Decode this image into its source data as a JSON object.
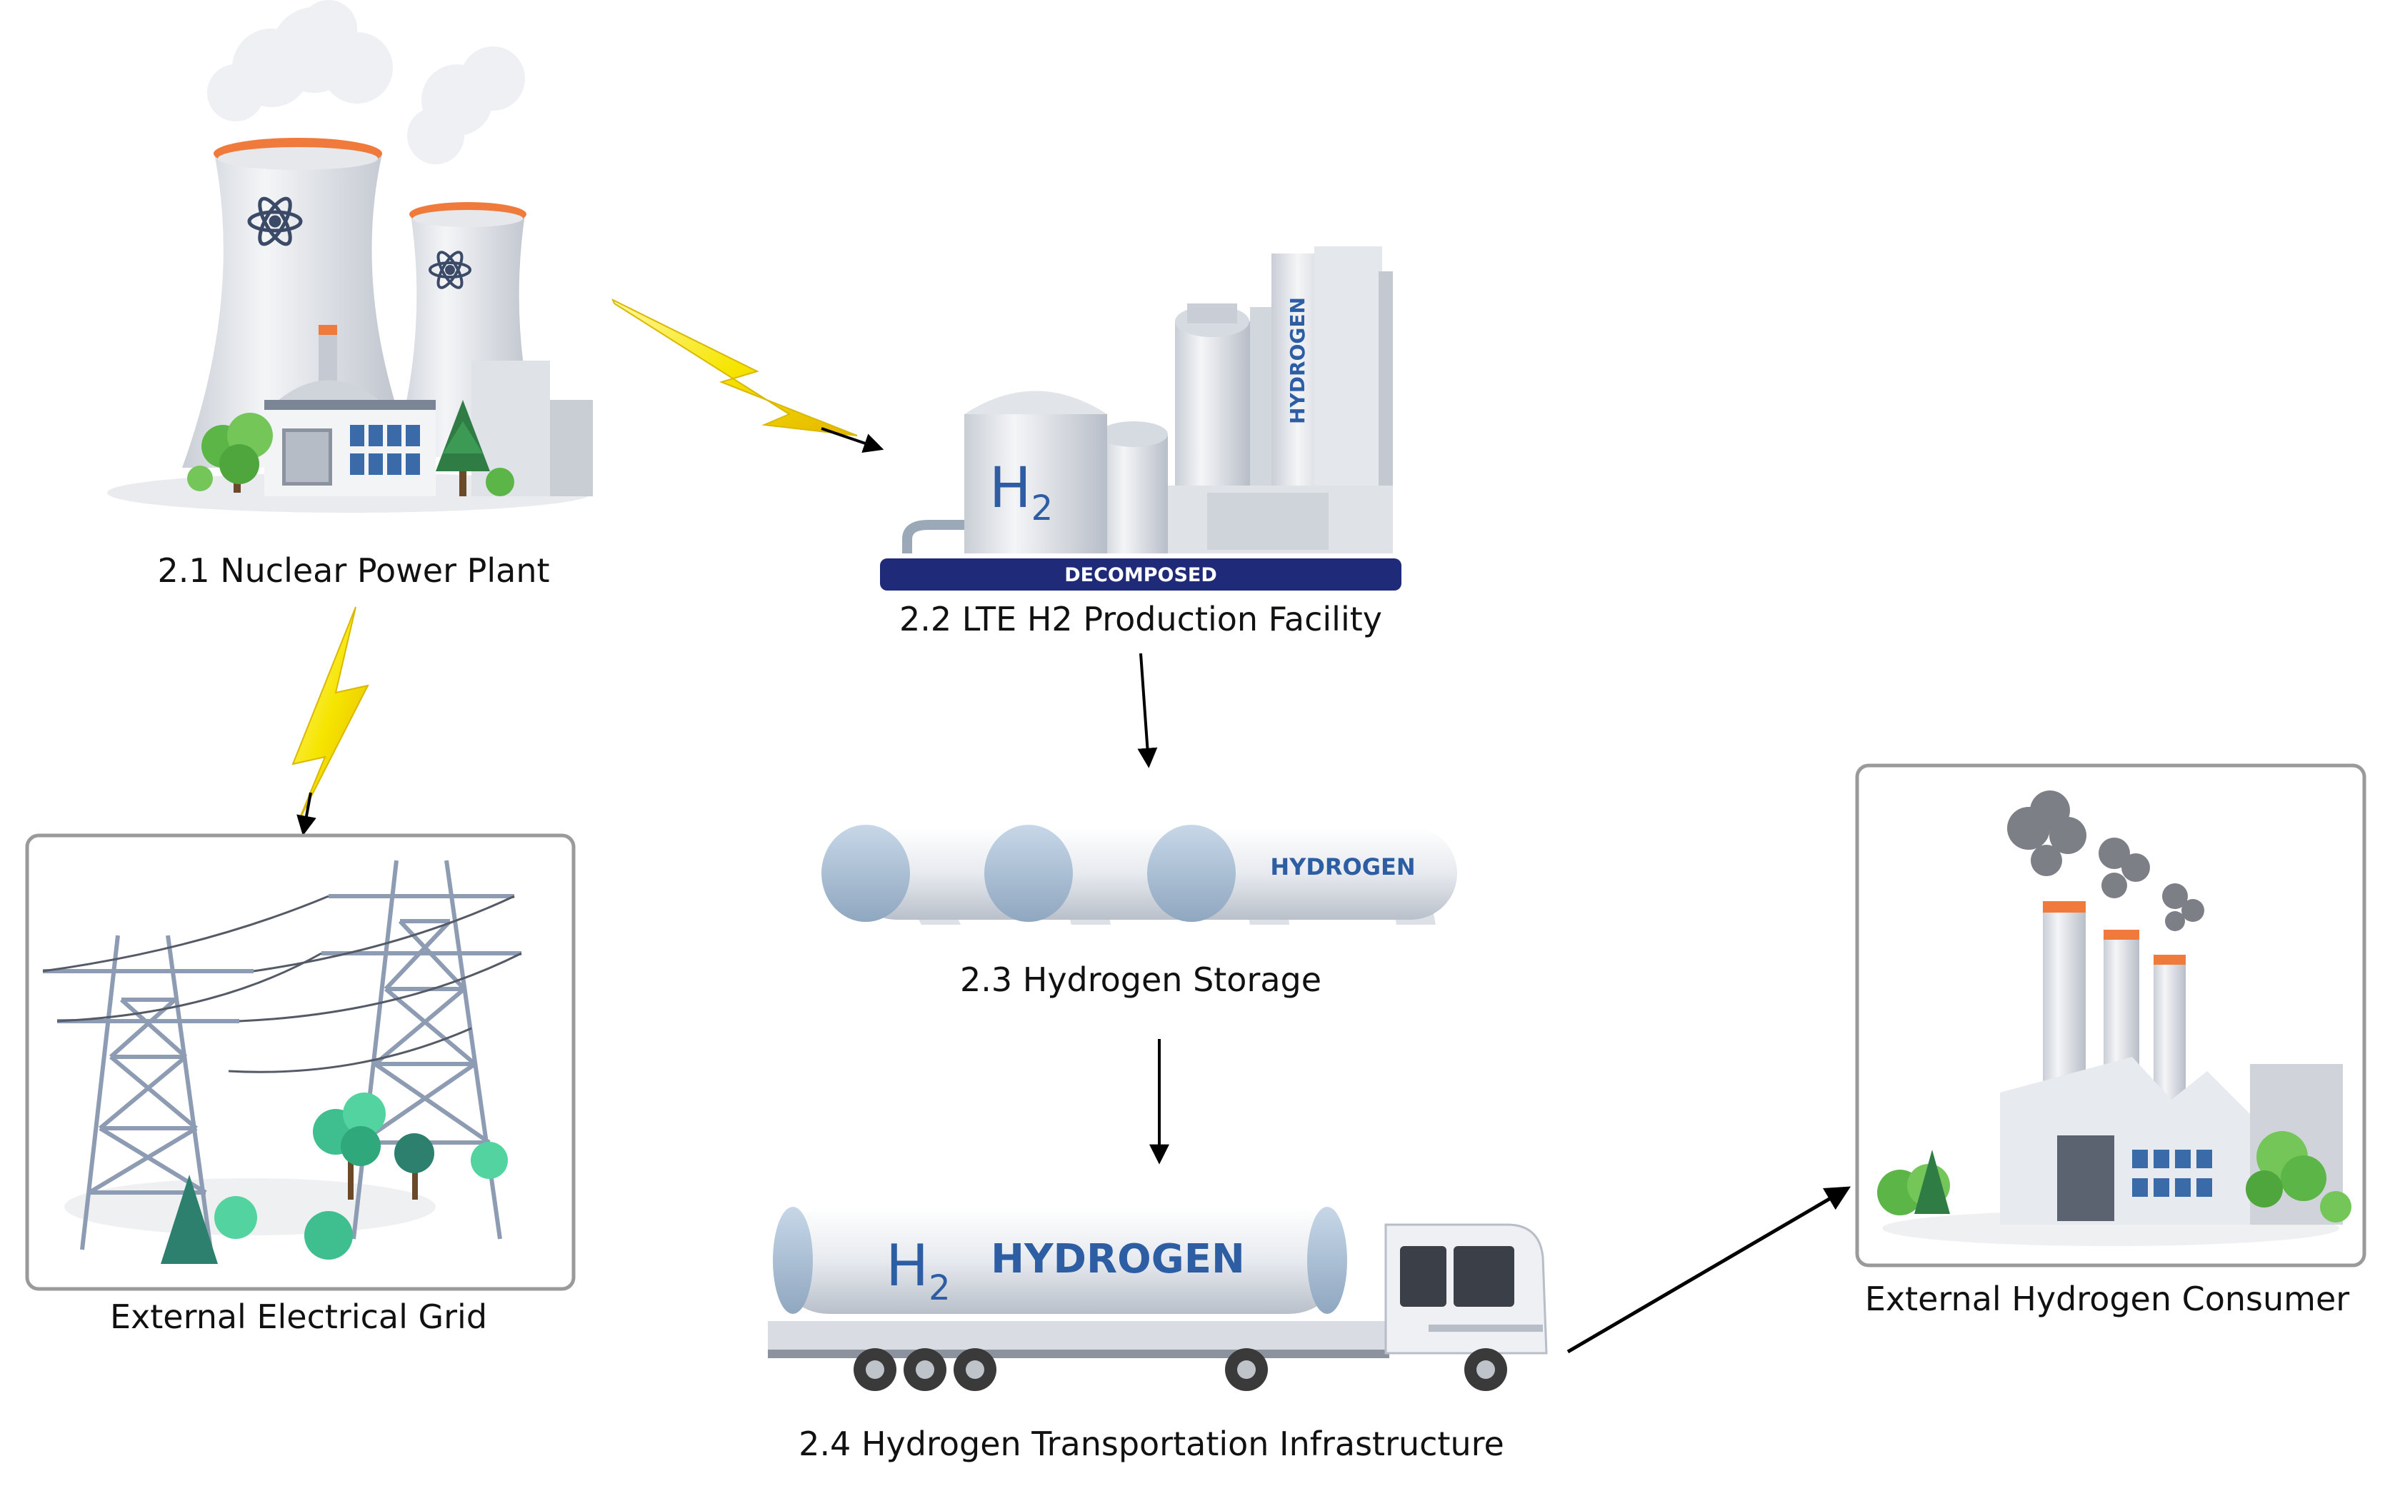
{
  "nodes": {
    "nuclear_plant": {
      "label": "2.1 Nuclear Power Plant"
    },
    "h2_facility": {
      "label": "2.2 LTE H2 Production Facility",
      "banner": "DECOMPOSED",
      "tower_text": "HYDROGEN",
      "tank_text": "H2"
    },
    "storage": {
      "label": "2.3 Hydrogen Storage",
      "tank_text": "HYDROGEN"
    },
    "transport": {
      "label": "2.4 Hydrogen Transportation Infrastructure",
      "tank_text": "HYDROGEN",
      "tank_symbol": "H2"
    },
    "grid": {
      "label": "External Electrical Grid"
    },
    "consumer": {
      "label": "External Hydrogen Consumer"
    }
  },
  "edges": [
    {
      "from": "nuclear_plant",
      "to": "h2_facility",
      "kind": "electricity"
    },
    {
      "from": "nuclear_plant",
      "to": "grid",
      "kind": "electricity"
    },
    {
      "from": "h2_facility",
      "to": "storage",
      "kind": "hydrogen"
    },
    {
      "from": "storage",
      "to": "transport",
      "kind": "hydrogen"
    },
    {
      "from": "transport",
      "to": "consumer",
      "kind": "hydrogen"
    }
  ],
  "colors": {
    "banner": "#1f2a78",
    "accent_orange": "#f07a3c",
    "tree_green": "#5cb547",
    "bolt_yellow": "#f6e500",
    "frame": "#9a9a9a"
  }
}
